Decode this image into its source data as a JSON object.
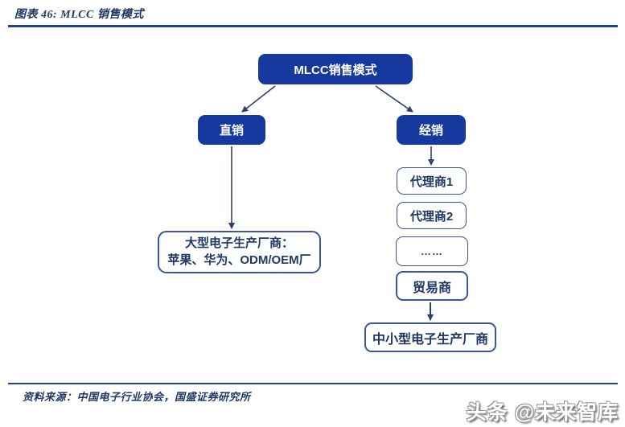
{
  "header": {
    "title": "图表 46:  MLCC 销售模式"
  },
  "diagram": {
    "root": {
      "label": "MLCC销售模式"
    },
    "direct": {
      "label": "直销"
    },
    "distribution": {
      "label": "经销"
    },
    "large_manufacturer": {
      "line1": "大型电子生产厂商：",
      "line2": "苹果、华为、ODM/OEM厂"
    },
    "agents": [
      {
        "label": "代理商1"
      },
      {
        "label": "代理商2"
      },
      {
        "label": "……"
      },
      {
        "label": "贸易商"
      }
    ],
    "small_manufacturer": {
      "label": "中小型电子生产厂商"
    },
    "edges": [
      {
        "from": "MLCC销售模式",
        "to": "直销"
      },
      {
        "from": "MLCC销售模式",
        "to": "经销"
      },
      {
        "from": "直销",
        "to": "大型电子生产厂商"
      },
      {
        "from": "经销",
        "to": "代理商1"
      },
      {
        "from": "贸易商",
        "to": "中小型电子生产厂商"
      }
    ]
  },
  "footer": {
    "source": "资料来源：中国电子行业协会，国盛证券研究所"
  },
  "watermark": {
    "text": "头条 @未来智库"
  },
  "colors": {
    "node_fill": "#16399F",
    "node_text": "#FFFFFF",
    "outline_border": "#3A569B",
    "outline_text": "#1F3864",
    "rule": "#1C4587",
    "arrow": "#2F3E6E",
    "title_text": "#1F3864"
  }
}
